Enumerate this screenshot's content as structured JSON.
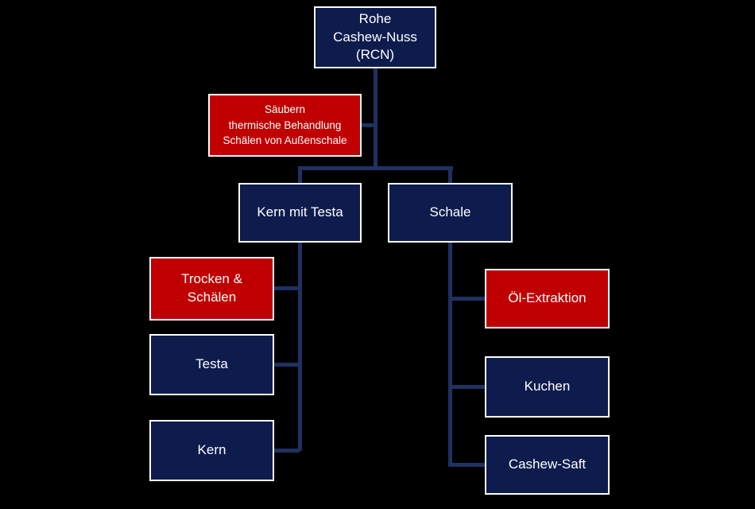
{
  "diagram": {
    "type": "flowchart",
    "language": "de",
    "background": "#000000",
    "colors": {
      "node_navy": "#0d1c4d",
      "node_red": "#c00000",
      "node_border": "#ffffff",
      "connector": "#1f3061",
      "text": "#ffffff"
    },
    "nodes": {
      "root": {
        "label": "Rohe\nCashew-Nuss\n(RCN)",
        "kind": "navy"
      },
      "clean": {
        "label": "Säubern\nthermische Behandlung\nSchälen von Außenschale",
        "kind": "red"
      },
      "kern_testa": {
        "label": "Kern mit Testa",
        "kind": "navy"
      },
      "schale": {
        "label": "Schale",
        "kind": "navy"
      },
      "trocken": {
        "label": "Trocken &\nSchälen",
        "kind": "red"
      },
      "testa": {
        "label": "Testa",
        "kind": "navy"
      },
      "kern": {
        "label": "Kern",
        "kind": "navy"
      },
      "oel": {
        "label": "Öl-Extraktion",
        "kind": "red"
      },
      "kuchen": {
        "label": "Kuchen",
        "kind": "navy"
      },
      "saft": {
        "label": "Cashew-Saft",
        "kind": "navy"
      }
    },
    "edges": [
      [
        "root",
        "clean"
      ],
      [
        "root",
        "kern_testa"
      ],
      [
        "root",
        "schale"
      ],
      [
        "kern_testa",
        "trocken"
      ],
      [
        "kern_testa",
        "testa"
      ],
      [
        "kern_testa",
        "kern"
      ],
      [
        "schale",
        "oel"
      ],
      [
        "schale",
        "kuchen"
      ],
      [
        "schale",
        "saft"
      ]
    ]
  }
}
